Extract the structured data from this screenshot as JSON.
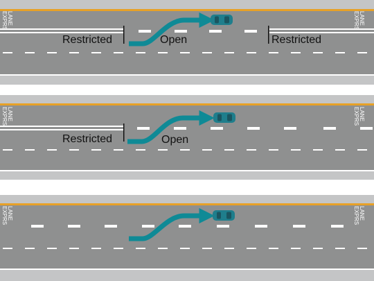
{
  "colors": {
    "asphalt": "#8f9090",
    "shoulder": "#c4c5c6",
    "yellow_line": "#e7a127",
    "white_line": "#ffffff",
    "arrow": "#0f8a96",
    "car_body": "#1f7e8c",
    "car_glass": "#1a5560",
    "label_text": "#111111",
    "pavement_text": "#ffffff"
  },
  "panels": [
    {
      "id": "panel-1",
      "left_marking": [
        "LANE",
        "EXPRS"
      ],
      "right_marking": [
        "LANE",
        "EXPRS"
      ],
      "labels": {
        "restricted_left": "Restricted",
        "open": "Open",
        "restricted_right": "Restricted"
      }
    },
    {
      "id": "panel-2",
      "left_marking": [
        "LANE",
        "EXPRS"
      ],
      "right_marking": [
        "LANE",
        "EXPRS"
      ],
      "labels": {
        "restricted_left": "Restricted",
        "open": "Open"
      }
    },
    {
      "id": "panel-3",
      "left_marking": [
        "LANE",
        "EXPRS"
      ],
      "right_marking": [
        "LANE",
        "EXPRS"
      ],
      "labels": {}
    }
  ]
}
